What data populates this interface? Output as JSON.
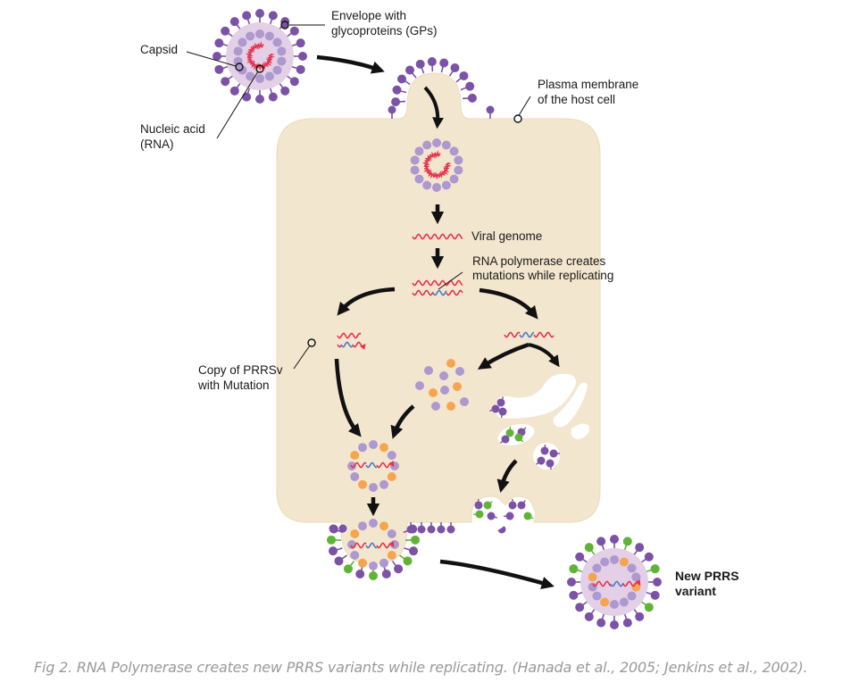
{
  "figure": {
    "caption": "Fig 2. RNA Polymerase creates new PRRS variants while replicating. (Hanada et al., 2005; Jenkins et al., 2002)."
  },
  "labels": {
    "envelope_line1": "Envelope with",
    "envelope_line2": "glycoproteins (GPs)",
    "capsid": "Capsid",
    "nucleic_line1": "Nucleic acid",
    "nucleic_line2": "(RNA)",
    "plasma_line1": "Plasma membrane",
    "plasma_line2": "of the host cell",
    "viral_genome": "Viral genome",
    "polymerase_line1": "RNA polymerase creates",
    "polymerase_line2": "mutations while replicating",
    "copy_line1": "Copy of PRRSv",
    "copy_line2": "with Mutation",
    "variant_line1": "New PRRS",
    "variant_line2": "variant"
  },
  "colors": {
    "cell_fill": "#f3e6cf",
    "cell_edge": "#ecd9b8",
    "envelope_fill": "#e3cfe6",
    "glycoprotein_purple": "#7b52a6",
    "glycoprotein_green": "#5fb336",
    "capsid_protein": "#ad98cf",
    "orange_protein": "#f5a550",
    "rna_red": "#e6334f",
    "rna_blue": "#4a7bc4",
    "arrow": "#111111",
    "caption_text": "#9a9a9a"
  }
}
